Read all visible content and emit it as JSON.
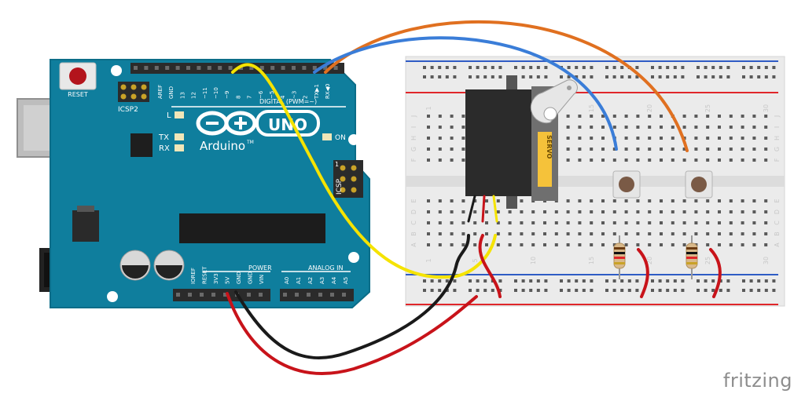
{
  "arduino": {
    "reset": "RESET",
    "icsp2": "ICSP2",
    "icsp": "ICSP",
    "led_l": "L",
    "led_tx": "TX",
    "led_rx": "RX",
    "on": "ON",
    "logo_word": "UNO",
    "brand": "Arduino",
    "brand_tm": "TM",
    "digital_label": "DIGITAL (PWM=~)",
    "digital_pins": [
      "AREF",
      "GND",
      "13",
      "12",
      "~11",
      "~10",
      "~9",
      "8",
      "7",
      "~6",
      "~5",
      "4",
      "~3",
      "2",
      "TX▶1",
      "RX◀0"
    ],
    "power_label": "POWER",
    "power_pins": [
      "IOREF",
      "RESET",
      "3V3",
      "5V",
      "GND",
      "GND",
      "VIN"
    ],
    "analog_label": "ANALOG IN",
    "analog_pins": [
      "A0",
      "A1",
      "A2",
      "A3",
      "A4",
      "A5"
    ],
    "icsp_num": "1"
  },
  "breadboard": {
    "col_numbers": [
      "1",
      "5",
      "10",
      "15",
      "20",
      "25",
      "30"
    ],
    "rows_top": [
      "J",
      "I",
      "H",
      "G",
      "F"
    ],
    "rows_bottom": [
      "E",
      "D",
      "C",
      "B",
      "A"
    ],
    "rail_color_positive": "#e0262a",
    "rail_color_negative": "#2f5cc5"
  },
  "servo": {
    "label": "SERVO"
  },
  "wires": {
    "orange": "#e07020",
    "blue": "#3a7dd8",
    "yellow": "#f5e300",
    "black": "#1a1a1a",
    "red": "#c8131a"
  },
  "watermark": "fritzing"
}
